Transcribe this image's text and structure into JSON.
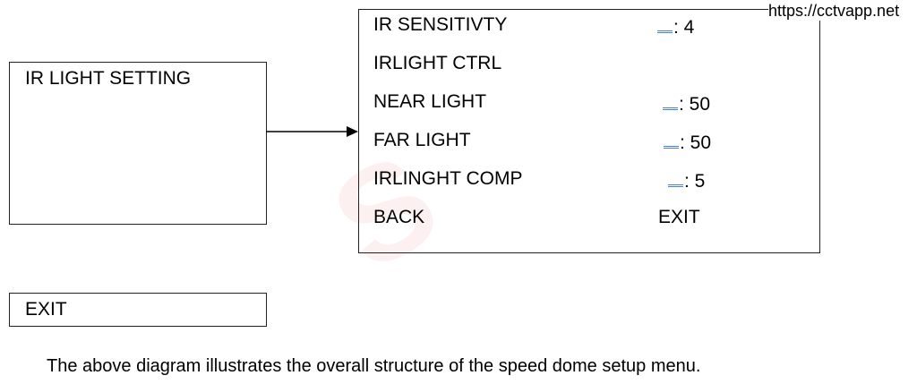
{
  "watermark_url": "https://cctvapp.net",
  "main_menu": {
    "title": "IR LIGHT SETTING",
    "exit": "EXIT"
  },
  "submenu": {
    "items": [
      {
        "label": "IR SENSITIVTY",
        "value": ": 4"
      },
      {
        "label": "IRLIGHT CTRL",
        "value": ""
      },
      {
        "label": "NEAR LIGHT",
        "value": ": 50"
      },
      {
        "label": "FAR LIGHT",
        "value": ": 50"
      },
      {
        "label": "IRLINGHT COMP",
        "value": ": 5"
      }
    ],
    "back": "BACK",
    "exit": "EXIT"
  },
  "caption": "The above diagram illustrates the overall structure of the speed dome setup menu."
}
